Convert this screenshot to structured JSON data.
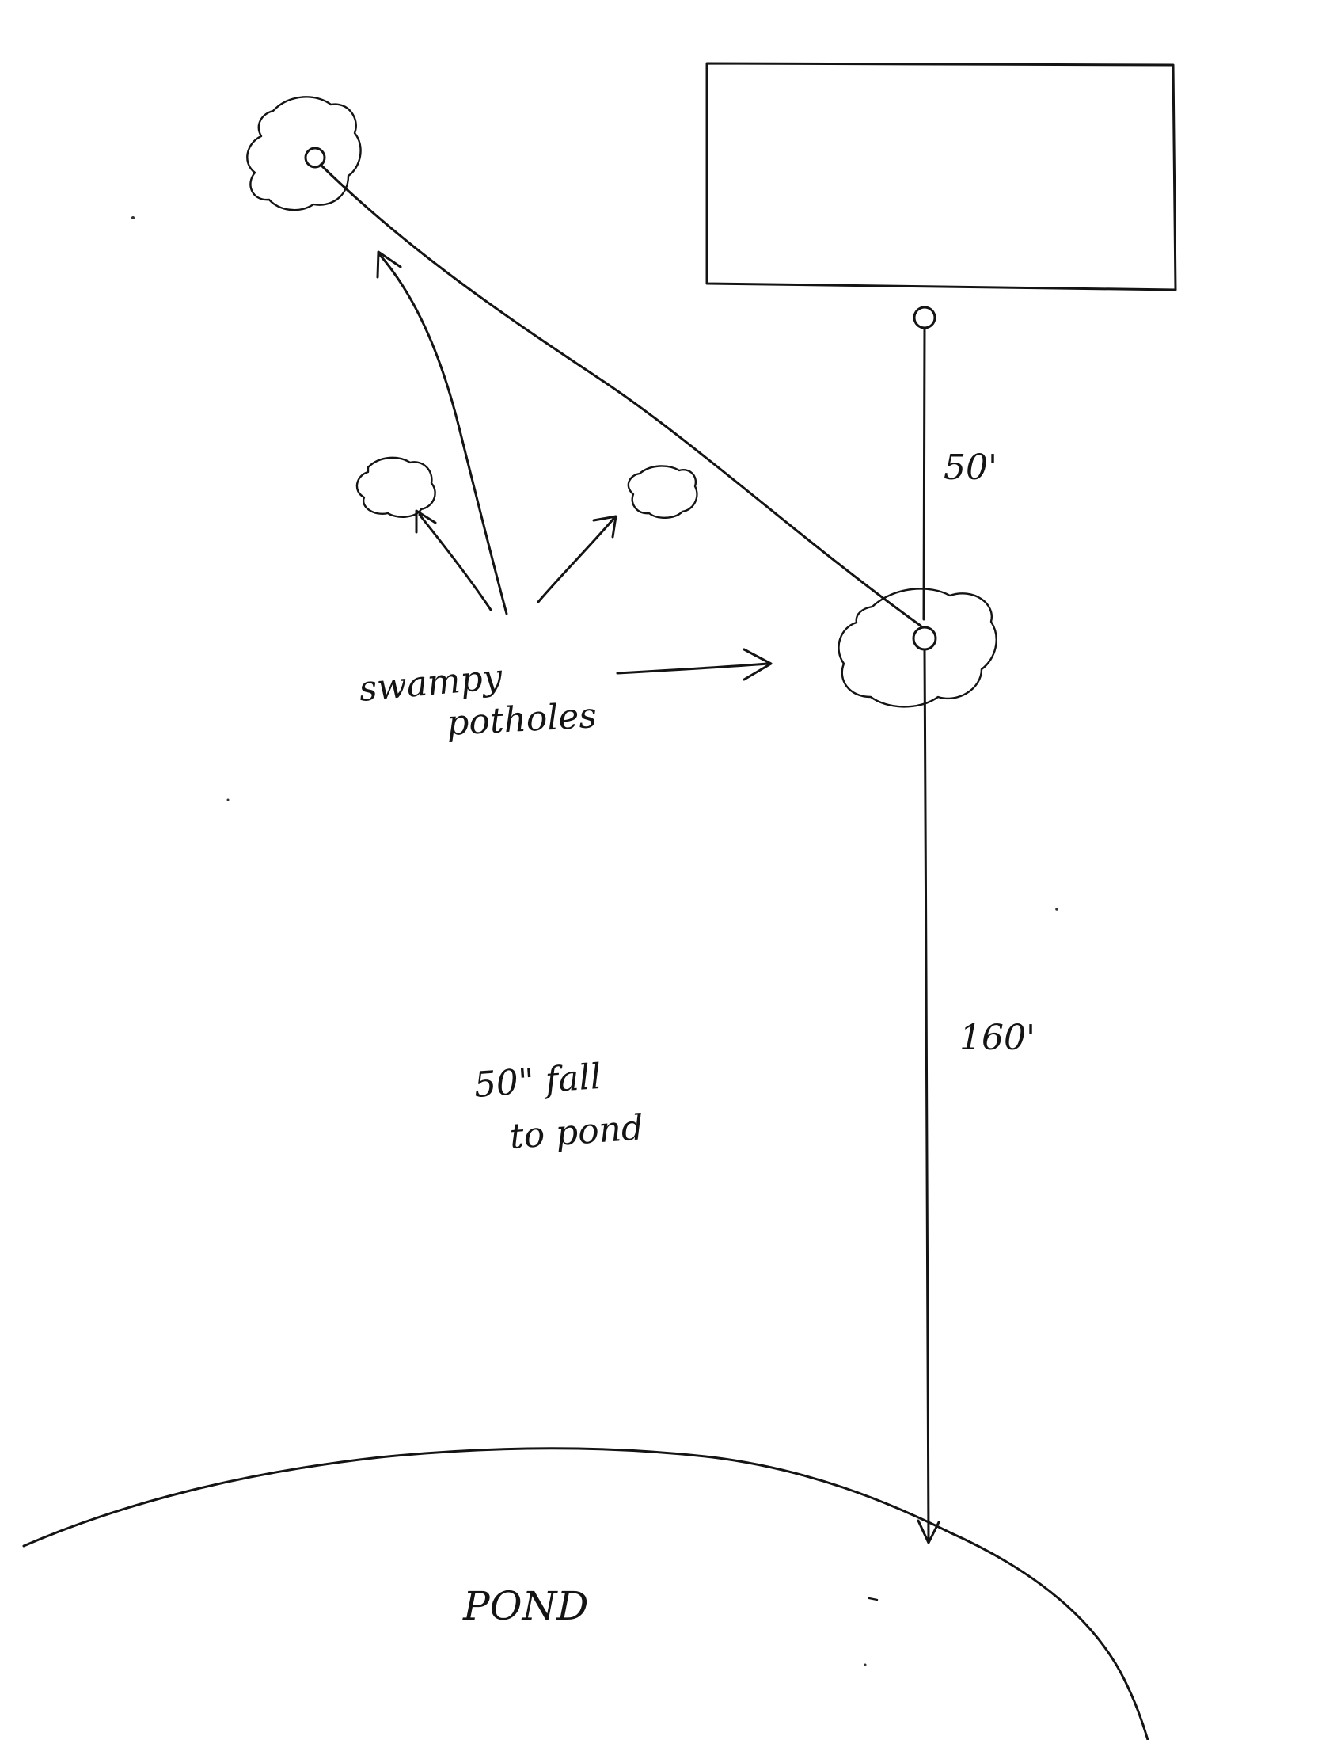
{
  "labels": {
    "building_to_manhole_distance": "50'",
    "manhole_to_pond_distance": "160'",
    "fall_line1": "50\" fall",
    "fall_line2": "to pond",
    "potholes_line1": "swampy",
    "potholes_line2": "potholes",
    "pond": "POND"
  },
  "style": {
    "ink_color": "#141414",
    "paper_color": "#ffffff"
  }
}
